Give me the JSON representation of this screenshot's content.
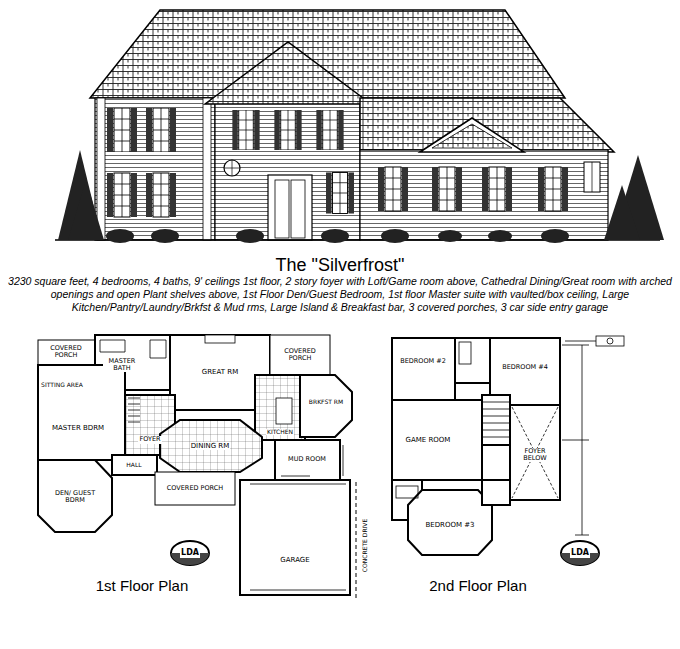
{
  "diagram": {
    "title": "The \"Silverfrost\"",
    "labels": [
      "3230 square feet, 4 bedrooms, 4 baths, 9' ceilings 1st floor, 2 story foyer with Loft/Game room above, Cathedral Dining/Great room with arched openings and open Plant shelves above, 1st Floor Den/Guest Bedroom, 1st floor Master suite with vaulted/box ceiling, Large Kitchen/Pantry/Laundry/Brkfst & Mud rms, Large Island & Breakfast bar, 3 covered porches, 3 car side entry garage",
      "COVERED PORCH",
      "MASTER BATH",
      "GREAT RM",
      "COVERED PORCH",
      "SITTING AREA",
      "MASTER BDRM",
      "FOYER",
      "DINING RM",
      "KITCHEN",
      "BRKFST RM",
      "HALL",
      "DEN/ GUEST BDRM",
      "COVERED PORCH",
      "MUD ROOM",
      "GARAGE",
      "CONCRETE DRIVE",
      "1st Floor Plan",
      "LDA",
      "BEDROOM #2",
      "BEDROOM #4",
      "GAME ROOM",
      "FOYER BELOW",
      "BEDROOM #3",
      "2nd Floor Plan",
      "LDA"
    ]
  }
}
